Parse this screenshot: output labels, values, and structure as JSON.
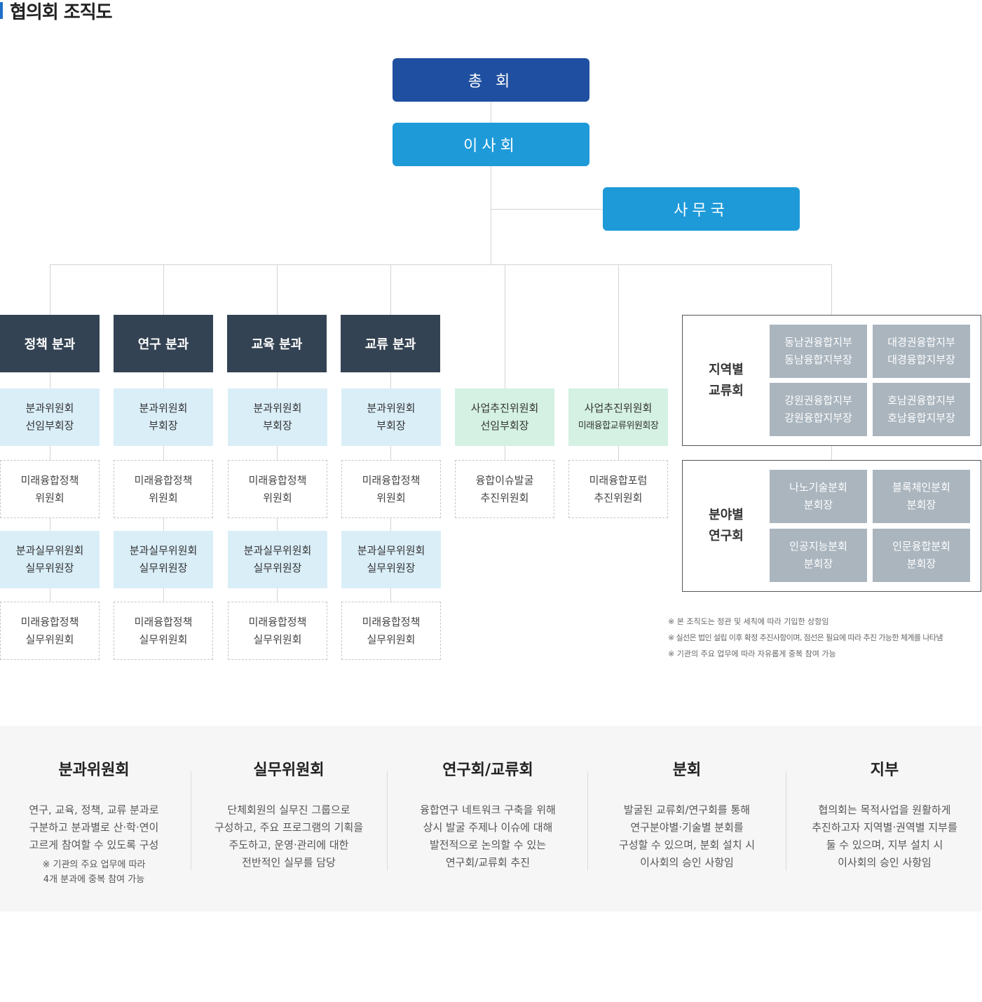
{
  "page_title": "협의회 조직도",
  "top": {
    "general": "총 회",
    "board": "이사회",
    "secretariat": "사무국"
  },
  "departments": [
    {
      "name": "정책 분과",
      "role": [
        "분과위원회",
        "선임부회장"
      ],
      "committee": [
        "미래융합정책",
        "위원회"
      ],
      "work_role": [
        "분과실무위원회",
        "실무위원장"
      ],
      "work_committee": [
        "미래융합정책",
        "실무위원회"
      ]
    },
    {
      "name": "연구 분과",
      "role": [
        "분과위원회",
        "부회장"
      ],
      "committee": [
        "미래융합정책",
        "위원회"
      ],
      "work_role": [
        "분과실무위원회",
        "실무위원장"
      ],
      "work_committee": [
        "미래융합정책",
        "실무위원회"
      ]
    },
    {
      "name": "교육 분과",
      "role": [
        "분과위원회",
        "부회장"
      ],
      "committee": [
        "미래융합정책",
        "위원회"
      ],
      "work_role": [
        "분과실무위원회",
        "실무위원장"
      ],
      "work_committee": [
        "미래융합정책",
        "실무위원회"
      ]
    },
    {
      "name": "교류 분과",
      "role": [
        "분과위원회",
        "부회장"
      ],
      "committee": [
        "미래융합정책",
        "위원회"
      ],
      "work_role": [
        "분과실무위원회",
        "실무위원장"
      ],
      "work_committee": [
        "미래융합정책",
        "실무위원회"
      ]
    }
  ],
  "business": [
    {
      "role": [
        "사업추진위원회",
        "선임부회장"
      ],
      "committee": [
        "융합이슈발굴",
        "추진위원회"
      ]
    },
    {
      "role": [
        "사업추진위원회",
        "미래융합교류위원회장"
      ],
      "committee": [
        "미래융합포럼",
        "추진위원회"
      ]
    }
  ],
  "regional": {
    "label": [
      "지역별",
      "교류회"
    ],
    "cells": [
      [
        "동남권융합지부",
        "동남융합지부장"
      ],
      [
        "대경권융합지부",
        "대경융합지부장"
      ],
      [
        "강원권융합지부",
        "강원융합지부장"
      ],
      [
        "호남권융합지부",
        "호남융합지부장"
      ]
    ]
  },
  "field": {
    "label": [
      "분야별",
      "연구회"
    ],
    "cells": [
      [
        "나노기술분회",
        "분회장"
      ],
      [
        "블록체인분회",
        "분회장"
      ],
      [
        "인공지능분회",
        "분회장"
      ],
      [
        "인문융합분회",
        "분회장"
      ]
    ]
  },
  "notes": [
    "※ 본 조직도는 정관 및 세칙에 따라 기입한 상항임",
    "※ 실선은 법인 설립 이후 확정 추진사항이며, 점선은 필요에 따라 추진 가능한 체계를 나타냄",
    "※ 기관의 주요 업무에 따라 자유롭게 중복 참여 가능"
  ],
  "descriptions": [
    {
      "title": "분과위원회",
      "lines": [
        "연구, 교육, 정책, 교류 분과로",
        "구분하고 분과별로 산·학·연이",
        "고르게 참여할 수 있도록 구성"
      ],
      "sub": [
        "※ 기관의 주요 업무에 따라",
        "4개 분과에 중복 참여 가능"
      ]
    },
    {
      "title": "실무위원회",
      "lines": [
        "단체회원의 실무진 그룹으로",
        "구성하고, 주요 프로그램의 기획을",
        "주도하고, 운영·관리에 대한",
        "전반적인 실무를 담당"
      ],
      "sub": []
    },
    {
      "title": "연구회/교류회",
      "lines": [
        "융합연구 네트워크 구축을 위해",
        "상시 발굴 주제나 이슈에 대해",
        "발전적으로 논의할 수 있는",
        "연구회/교류회 추진"
      ],
      "sub": []
    },
    {
      "title": "분회",
      "lines": [
        "발굴된 교류회/연구회를 통해",
        "연구분야별·기술별 분회를",
        "구성할 수 있으며, 분회 설치 시",
        "이사회의 승인 사항임"
      ],
      "sub": []
    },
    {
      "title": "지부",
      "lines": [
        "협의회는 목적사업을 원활하게",
        "추진하고자 지역별·권역별 지부를",
        "둘 수 있으며, 지부 설치 시",
        "이사회의 승인 사항임"
      ],
      "sub": []
    }
  ]
}
